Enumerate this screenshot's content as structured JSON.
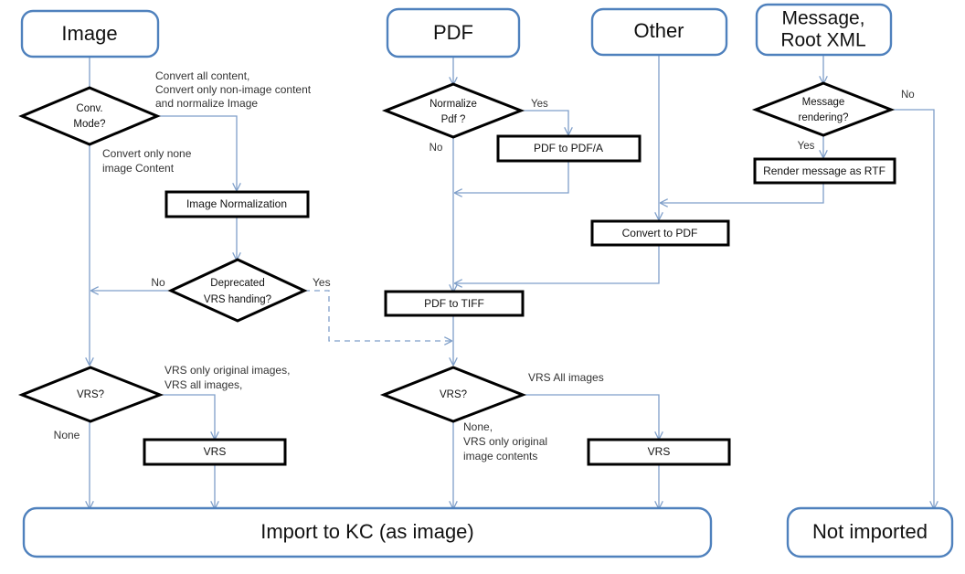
{
  "diagram": {
    "title": "Document Conversion Flowchart",
    "colors": {
      "terminal_stroke": "#4F81BD",
      "terminal_fill": "#FFFFFF",
      "process_stroke": "#000000",
      "process_fill": "#FFFFFF",
      "decision_stroke": "#000000",
      "decision_fill": "#FFFFFF",
      "connector": "#7F9FC9",
      "text": "#111111",
      "label_text": "#333333",
      "background": "#FFFFFF"
    }
  },
  "nodes": {
    "start_image": {
      "label": "Image",
      "shape": "terminal"
    },
    "start_pdf": {
      "label": "PDF",
      "shape": "terminal"
    },
    "start_other": {
      "label": "Other",
      "shape": "terminal"
    },
    "start_message_line1": {
      "label": "Message,",
      "shape": "terminal"
    },
    "start_message_line2": {
      "label": "Root XML",
      "shape": "terminal"
    },
    "dec_conv_mode_line1": {
      "label": "Conv.",
      "shape": "decision"
    },
    "dec_conv_mode_line2": {
      "label": "Mode?",
      "shape": "decision"
    },
    "dec_normalize_pdf_line1": {
      "label": "Normalize",
      "shape": "decision"
    },
    "dec_normalize_pdf_line2": {
      "label": "Pdf ?",
      "shape": "decision"
    },
    "dec_message_rendering_line1": {
      "label": "Message",
      "shape": "decision"
    },
    "dec_message_rendering_line2": {
      "label": "rendering?",
      "shape": "decision"
    },
    "dec_deprecated_vrs_line1": {
      "label": "Deprecated",
      "shape": "decision"
    },
    "dec_deprecated_vrs_line2": {
      "label": "VRS handing?",
      "shape": "decision"
    },
    "dec_vrs_left": {
      "label": "VRS?",
      "shape": "decision"
    },
    "dec_vrs_mid": {
      "label": "VRS?",
      "shape": "decision"
    },
    "proc_image_normalization": {
      "label": "Image Normalization",
      "shape": "process"
    },
    "proc_pdf_to_pdfa": {
      "label": "PDF to PDF/A",
      "shape": "process"
    },
    "proc_render_rtf": {
      "label": "Render message as RTF",
      "shape": "process"
    },
    "proc_convert_to_pdf": {
      "label": "Convert to PDF",
      "shape": "process"
    },
    "proc_pdf_to_tiff": {
      "label": "PDF to TIFF",
      "shape": "process"
    },
    "proc_vrs_left": {
      "label": "VRS",
      "shape": "process"
    },
    "proc_vrs_mid": {
      "label": "VRS",
      "shape": "process"
    },
    "end_import_kc": {
      "label": "Import to KC (as image)",
      "shape": "terminal"
    },
    "end_not_imported": {
      "label": "Not imported",
      "shape": "terminal"
    }
  },
  "edge_labels": {
    "conv_mode_yes_line1": "Convert all content,",
    "conv_mode_yes_line2": "Convert only non-image content",
    "conv_mode_yes_line3": "and normalize Image",
    "conv_mode_none_line1": "Convert only none",
    "conv_mode_none_line2": "image Content",
    "normalize_pdf_yes": "Yes",
    "normalize_pdf_no": "No",
    "message_rendering_no": "No",
    "message_rendering_yes": "Yes",
    "deprecated_vrs_no": "No",
    "deprecated_vrs_yes": "Yes",
    "vrs_left_branch_line1": "VRS only original images,",
    "vrs_left_branch_line2": "VRS all images,",
    "vrs_left_none": "None",
    "vrs_mid_all_images": "VRS All images",
    "vrs_mid_none_line1": "None,",
    "vrs_mid_none_line2": "VRS only original",
    "vrs_mid_none_line3": "image contents"
  }
}
